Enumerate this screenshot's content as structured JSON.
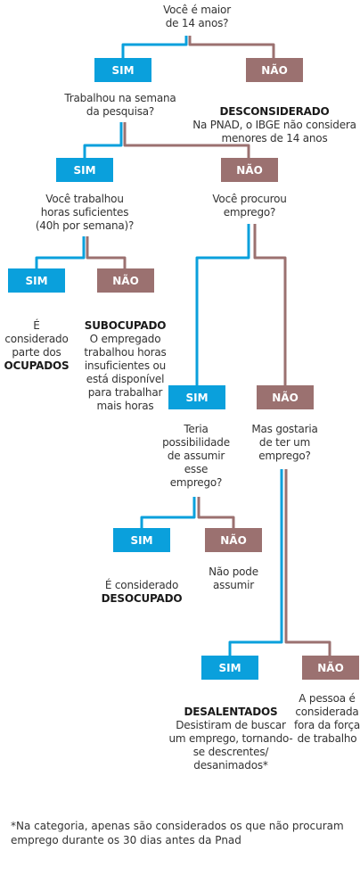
{
  "colors": {
    "sim": "#0aa0dc",
    "nao": "#9b7170",
    "text": "#333333"
  },
  "questions": {
    "q1": "Você é maior\nde 14 anos?",
    "q2": "Trabalhou na semana\nda pesquisa?",
    "q3": "Você trabalhou\nhoras suficientes\n(40h por semana)?",
    "q4": "Você procurou\nemprego?",
    "q5": "Teria\npossibilidade\nde assumir\nesse\nemprego?",
    "q6": "Mas gostaria\nde ter um\nemprego?"
  },
  "answers": {
    "sim": "SIM",
    "nao": "NÃO"
  },
  "outcomes": {
    "desconsiderado_title": "DESCONSIDERADO",
    "desconsiderado_text": "Na PNAD, o IBGE não considera\nmenores de 14 anos",
    "ocupados_text": "É considerado\nparte dos",
    "ocupados_title": "OCUPADOS",
    "subocupado_title": "SUBOCUPADO",
    "subocupado_text": "O empregado\ntrabalhou horas\ninsuficientes ou\nestá disponível\npara trabalhar\nmais horas",
    "desocupado_text": "É considerado",
    "desocupado_title": "DESOCUPADO",
    "nao_pode_text": "Não pode\nassumir",
    "desalentados_title": "DESALENTADOS",
    "desalentados_text": "Desistiram de buscar\num emprego, tornando-\nse descrentes/\ndesanimados*",
    "fora_text": "A pessoa é\nconsiderada\nfora da força\nde trabalho"
  },
  "footnote": "*Na categoria, apenas são considerados os que não procuram emprego durante os 30 dias antes da Pnad"
}
